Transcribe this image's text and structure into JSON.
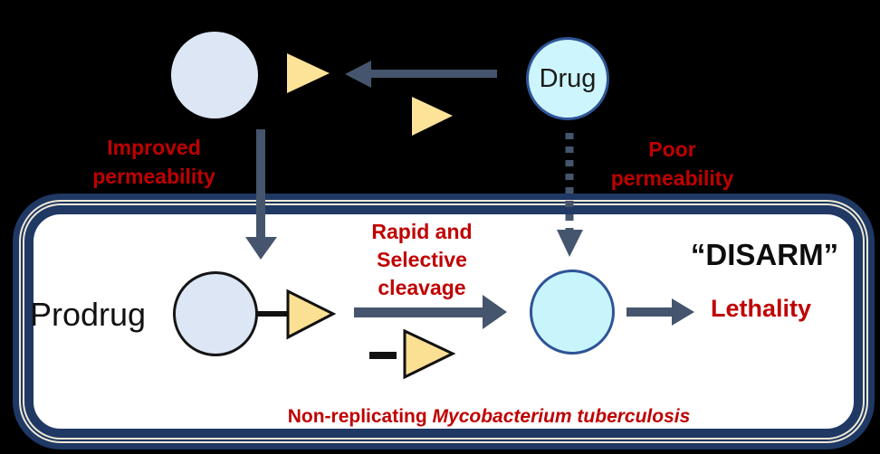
{
  "labels": {
    "drug": "Drug",
    "prodrug": "Prodrug",
    "improved_permeability": [
      "Improved",
      "permeability"
    ],
    "poor_permeability": [
      "Poor",
      "permeability"
    ],
    "cleavage": [
      "Rapid and",
      "Selective",
      "cleavage"
    ],
    "disarm": "“DISARM”",
    "lethality": "Lethality",
    "caption_prefix": "Non-replicating ",
    "caption_species": "Mycobacterium tuberculosis"
  },
  "colors": {
    "background": "#000000",
    "cell_border_navy": "#1f3864",
    "cell_border_stripe": "#efe9d4",
    "cell_interior": "#ffffff",
    "arrow_slate": "#45556d",
    "red_text": "#c00000",
    "drug_payload_circle": "#dce6f4",
    "drug_circle_fill": "#cdf5fd",
    "drug_circle_border": "#2e5496",
    "active_drug_fill": "#c8f4fb",
    "promoiety_yellow": "#fde398",
    "promoiety_yellow_outlined": "#fbe093",
    "outline_black": "#111111"
  },
  "shapes": {
    "conjugate_circle": "drug-payload-circle",
    "promoiety_triangles": "promoiety-triangle",
    "arrows": [
      "drug-to-conjugate-arrow",
      "improved-permeability-arrow",
      "poor-permeability-dashed-arrow",
      "cleavage-arrow",
      "lethality-arrow"
    ]
  }
}
